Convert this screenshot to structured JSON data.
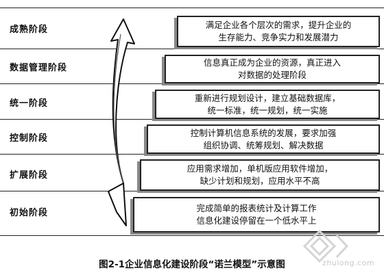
{
  "stages": [
    {
      "label": "成熟阶段",
      "lines": [
        "满足企业各个层次的需求，提升企业的",
        "生存能力、竞争实力和发展潜力"
      ]
    },
    {
      "label": "数据管理阶段",
      "lines": [
        "信息真正成为企业的资源，真正进入",
        "对数据的处理阶段"
      ]
    },
    {
      "label": "统一阶段",
      "lines": [
        "重新进行规划设计，建立基础数据库，",
        "统一标准，统一规划，统一实施"
      ]
    },
    {
      "label": "控制阶段",
      "lines": [
        "控制计算机信息系统的发展，要求加强",
        "组织协调、统筹规划、解决数据"
      ]
    },
    {
      "label": "扩展阶段",
      "lines": [
        "应用需求增加，单机版应用软件增加，",
        "缺少计划和规划，应用水平不高"
      ]
    },
    {
      "label": "初始阶段",
      "lines": [
        "完成简单的报表统计及计算工作",
        "信息化建设停留在一个低水平上"
      ]
    }
  ],
  "caption": "图2-1企业信息化建设阶段“诺兰模型”示意图",
  "watermark": "zhulong.com"
}
